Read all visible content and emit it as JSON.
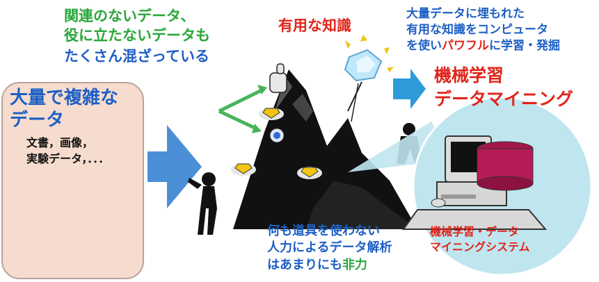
{
  "texts": {
    "irrelevant_line1": "関連のないデータ、",
    "irrelevant_line2": "役に立たないデータも",
    "irrelevant_line3": "たくさん混ざっている",
    "useful_knowledge": "有用な知識",
    "top_right_line1": "大量データに埋もれた",
    "top_right_line2": "有用な知識をコンピュータ",
    "top_right_line3a": "を使い",
    "top_right_line3b": "パワフル",
    "top_right_line3c": "に学習・発掘",
    "ml_label": "機械学習",
    "dm_label": "データマイニング",
    "left_title_line1": "大量で複雑な",
    "left_title_line2": "データ",
    "left_sub_line1": "文書，画像，",
    "left_sub_line2": "実験データ，．．．",
    "bottom_line1": "何も道具を使わない",
    "bottom_line2": "人力によるデータ解析",
    "bottom_line3a": "はあまりにも",
    "bottom_line3b": "非力",
    "system_line1": "機械学習・データ",
    "system_line2": "マイニングシステム"
  },
  "colors": {
    "blue": "#1d5fc4",
    "green": "#2aa63a",
    "red": "#e2231a",
    "arrow_blue": "#4a8fd6",
    "panel_pink": "#f6dccf",
    "circle_cyan": "#bfe6ef"
  },
  "icons": {
    "mountain": "mountain-silhouette",
    "diamond": "diamond-icon",
    "computer": "computer-icon",
    "person": "person-icon"
  }
}
